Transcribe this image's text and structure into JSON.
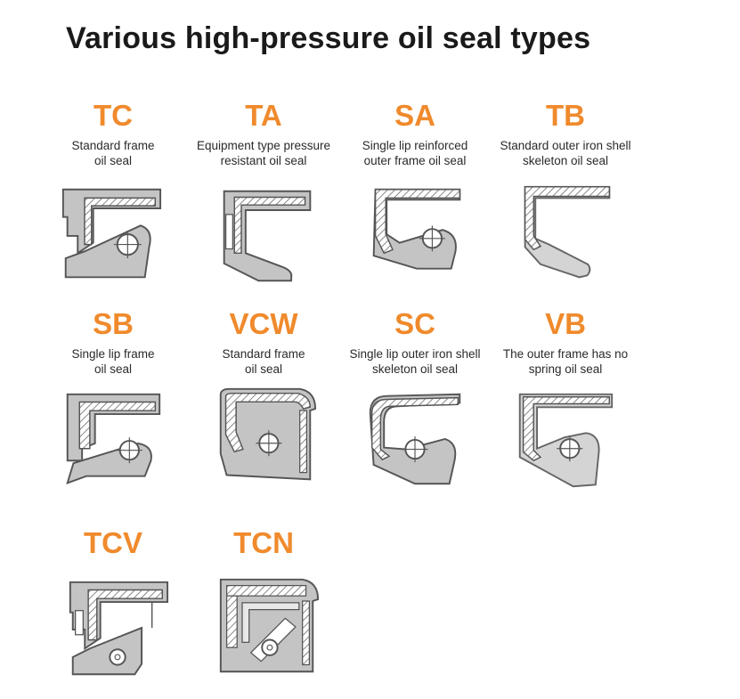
{
  "title": "Various high-pressure oil seal types",
  "colors": {
    "code": "#f08a2c",
    "title": "#1a1a1a",
    "seal_body": "#c4c4c4",
    "frame_fill": "#ffffff",
    "outline": "#555555"
  },
  "seals": [
    {
      "code": "TC",
      "description": "Standard frame\noil seal"
    },
    {
      "code": "TA",
      "description": "Equipment type pressure\nresistant oil seal"
    },
    {
      "code": "SA",
      "description": "Single lip reinforced\nouter frame oil seal"
    },
    {
      "code": "TB",
      "description": "Standard outer iron shell\nskeleton oil seal"
    },
    {
      "code": "SB",
      "description": "Single lip frame\noil seal"
    },
    {
      "code": "VCW",
      "description": "Standard frame\noil seal"
    },
    {
      "code": "SC",
      "description": "Single lip outer iron shell\nskeleton oil seal"
    },
    {
      "code": "VB",
      "description": "The outer frame has no\nspring oil seal"
    },
    {
      "code": "TCV",
      "description": ""
    },
    {
      "code": "TCN",
      "description": ""
    }
  ]
}
